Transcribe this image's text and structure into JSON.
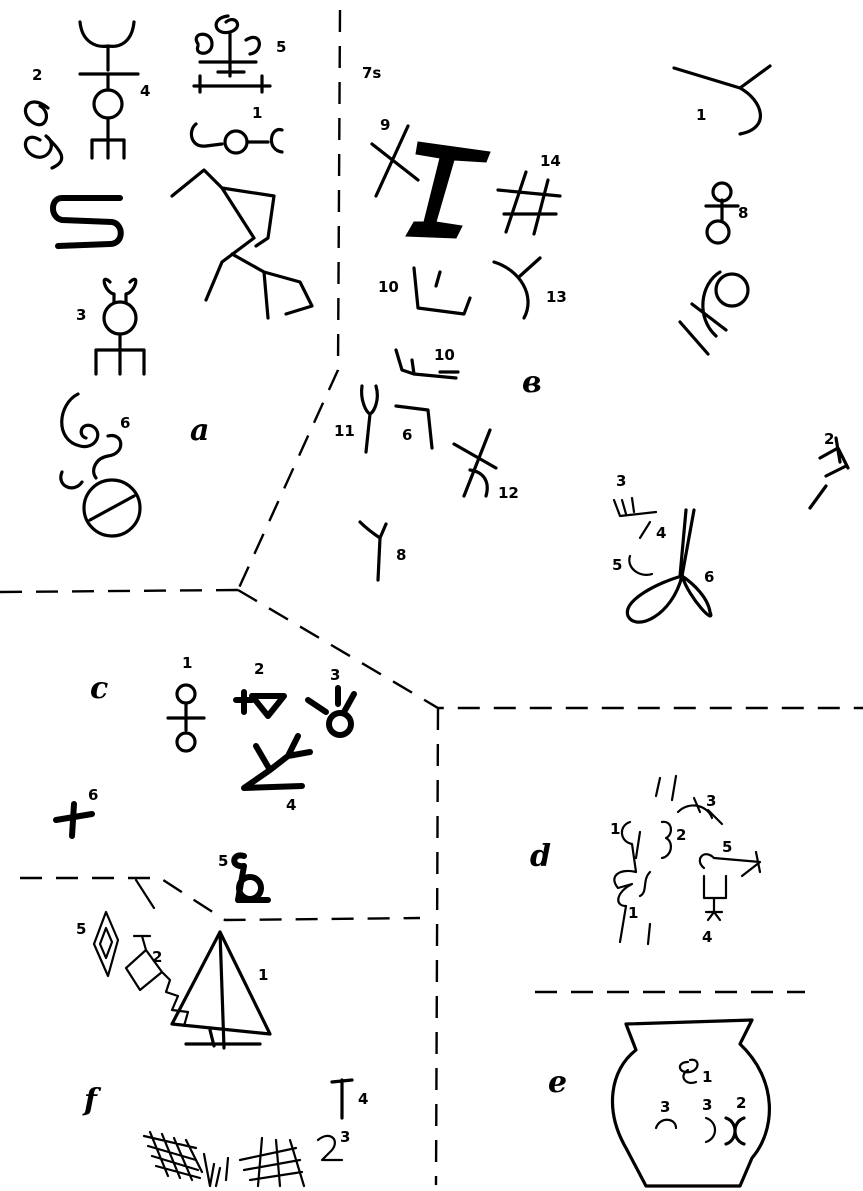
{
  "sections": {
    "a": {
      "letter": "a",
      "signs": [
        "1",
        "2",
        "3",
        "4",
        "5",
        "6"
      ]
    },
    "b": {
      "letter": "в",
      "signs": [
        "1",
        "2",
        "3",
        "4",
        "5",
        "6",
        "7",
        "8",
        "9",
        "10",
        "10",
        "11",
        "12",
        "13",
        "14"
      ],
      "top_label": "7s"
    },
    "c": {
      "letter": "c",
      "signs": [
        "1",
        "2",
        "3",
        "4",
        "5",
        "6"
      ]
    },
    "d": {
      "letter": "d",
      "signs": [
        "1",
        "1",
        "2",
        "3",
        "4",
        "5"
      ]
    },
    "e": {
      "letter": "e",
      "signs": [
        "1",
        "2",
        "3",
        "3"
      ]
    },
    "f": {
      "letter": "f",
      "signs": [
        "1",
        "2",
        "3",
        "4",
        "5"
      ]
    }
  }
}
